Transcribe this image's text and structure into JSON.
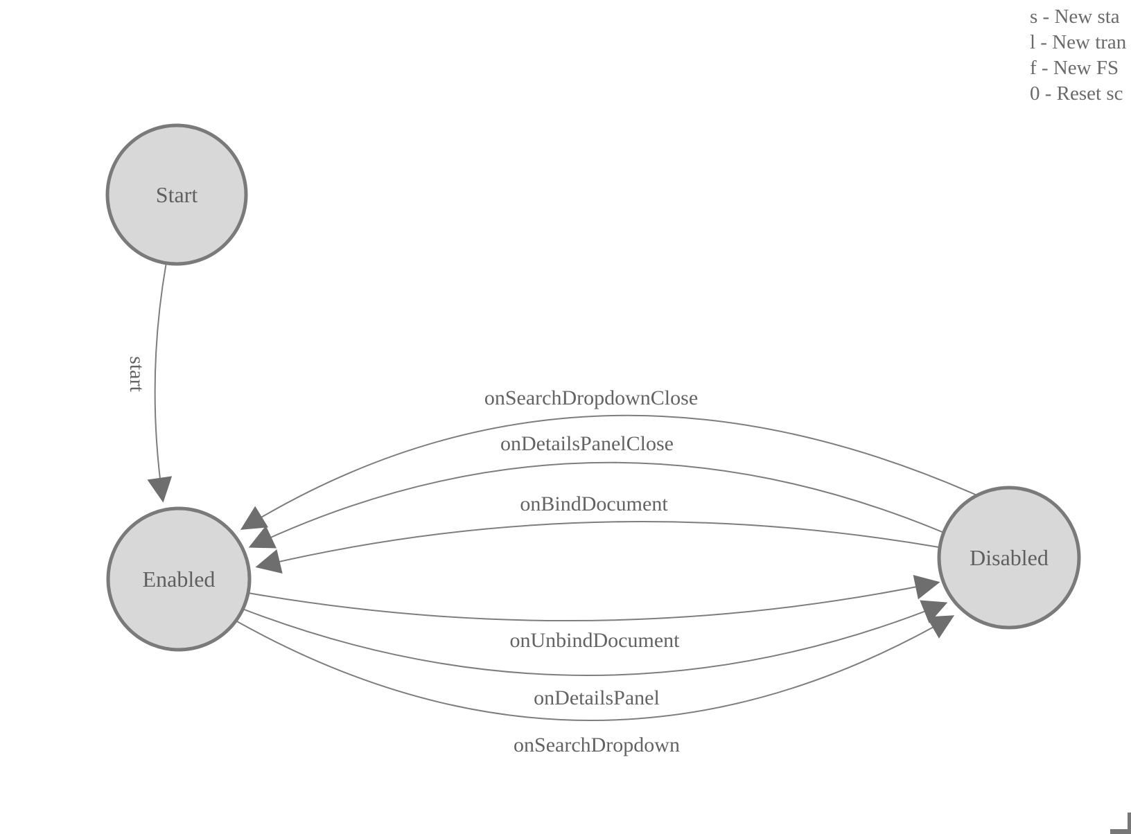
{
  "diagram": {
    "nodes": [
      {
        "id": "start",
        "label": "Start"
      },
      {
        "id": "enabled",
        "label": "Enabled"
      },
      {
        "id": "disabled",
        "label": "Disabled"
      }
    ],
    "edges": [
      {
        "from": "start",
        "to": "enabled",
        "label": "start"
      },
      {
        "from": "disabled",
        "to": "enabled",
        "label": "onSearchDropdownClose"
      },
      {
        "from": "disabled",
        "to": "enabled",
        "label": "onDetailsPanelClose"
      },
      {
        "from": "disabled",
        "to": "enabled",
        "label": "onBindDocument"
      },
      {
        "from": "enabled",
        "to": "disabled",
        "label": "onUnbindDocument"
      },
      {
        "from": "enabled",
        "to": "disabled",
        "label": "onDetailsPanel"
      },
      {
        "from": "enabled",
        "to": "disabled",
        "label": "onSearchDropdown"
      }
    ]
  },
  "legend": {
    "lines": [
      "s - New sta",
      "l - New tran",
      "f - New FS",
      "0 - Reset sc"
    ]
  },
  "colors": {
    "node_fill": "#d8d8d8",
    "node_stroke": "#7a7a7a",
    "edge_stroke": "#7d7d7d",
    "arrow_fill": "#6e6e6e",
    "label_text": "#636363",
    "legend_text": "#6a6a6a"
  }
}
